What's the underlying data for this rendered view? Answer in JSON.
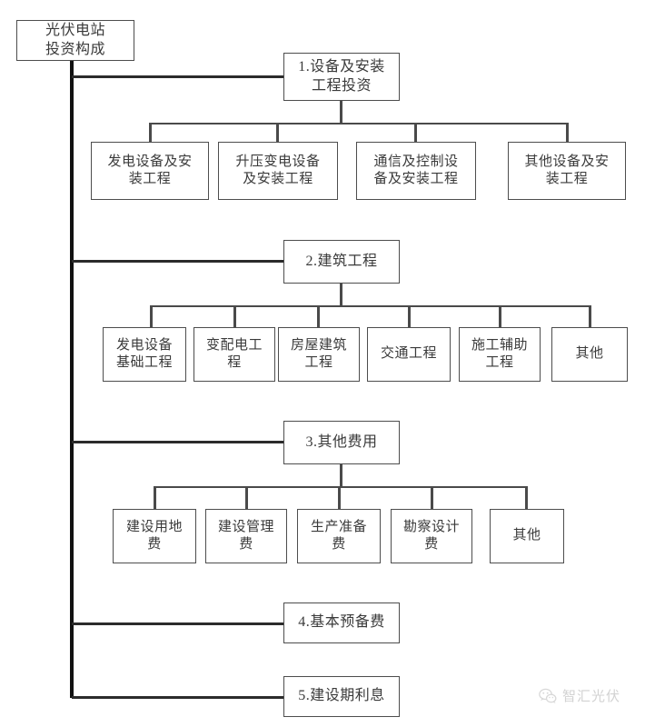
{
  "diagram": {
    "type": "tree",
    "title": "光伏电站投资构成",
    "root": {
      "label": "光伏电站\n投资构成"
    },
    "sections": [
      {
        "id": "sec1",
        "label": "1.设备及安装\n工程投资",
        "children": [
          {
            "label": "发电设备及安\n装工程"
          },
          {
            "label": "升压变电设备\n及安装工程"
          },
          {
            "label": "通信及控制设\n备及安装工程"
          },
          {
            "label": "其他设备及安\n装工程"
          }
        ]
      },
      {
        "id": "sec2",
        "label": "2.建筑工程",
        "children": [
          {
            "label": "发电设备\n基础工程"
          },
          {
            "label": "变配电工\n程"
          },
          {
            "label": "房屋建筑\n工程"
          },
          {
            "label": "交通工程"
          },
          {
            "label": "施工辅助\n工程"
          },
          {
            "label": "其他"
          }
        ]
      },
      {
        "id": "sec3",
        "label": "3.其他费用",
        "children": [
          {
            "label": "建设用地\n费"
          },
          {
            "label": "建设管理\n费"
          },
          {
            "label": "生产准备\n费"
          },
          {
            "label": "勘察设计\n费"
          },
          {
            "label": "其他"
          }
        ]
      },
      {
        "id": "sec4",
        "label": "4.基本预备费",
        "children": []
      },
      {
        "id": "sec5",
        "label": "5.建设期利息",
        "children": []
      }
    ],
    "colors": {
      "box_border": "#4d4d4d",
      "text": "#3a3a3a",
      "trunk_line": "#111111",
      "branch_line": "#4a4a4a",
      "background": "#ffffff",
      "watermark": "#d2d2d2"
    }
  },
  "watermark": {
    "label": "智汇光伏",
    "icon": "wechat-icon"
  }
}
